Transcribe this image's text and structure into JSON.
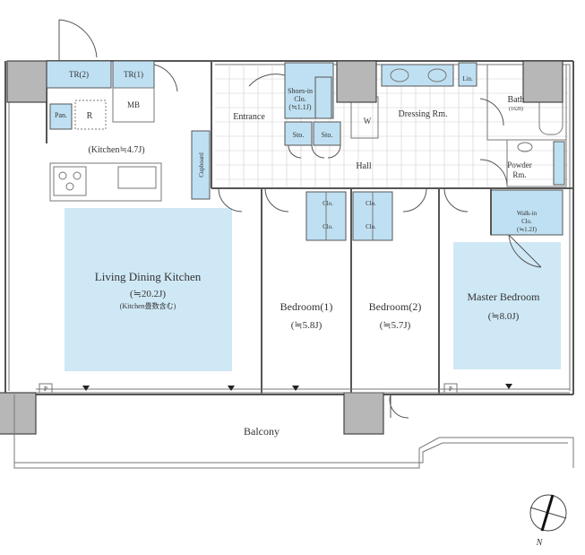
{
  "rooms": {
    "tr2": "TR(2)",
    "tr1": "TR(1)",
    "mb": "MB",
    "pan": "Pan.",
    "r": "R",
    "kitchen": "(Kitchen≒4.7J)",
    "shoes_line1": "Shoes-in",
    "shoes_line2": "Clo.",
    "shoes_line3": "(≒1.1J)",
    "entrance": "Entrance",
    "sto1": "Sto.",
    "sto2": "Sto.",
    "w": "W",
    "dressing": "Dressing Rm.",
    "lin": "Lin.",
    "bath": "Bath",
    "bath_size": "(1620)",
    "cupboard": "Cupboard",
    "hall": "Hall",
    "powder_line1": "Powder",
    "powder_line2": "Rm.",
    "clo1": "Clo.",
    "clo2": "Clo.",
    "clo3": "Clo.",
    "clo4": "Clo.",
    "walkin_line1": "Walk-in",
    "walkin_line2": "Clo.",
    "walkin_line3": "(≒1.2J)",
    "ldk": "Living Dining Kitchen",
    "ldk_size": "(≒20.2J)",
    "ldk_note": "(Kitchen畳数含む)",
    "bedroom1": "Bedroom(1)",
    "bedroom1_size": "(≒5.8J)",
    "bedroom2": "Bedroom(2)",
    "bedroom2_size": "(≒5.7J)",
    "master": "Master Bedroom",
    "master_size": "(≒8.0J)",
    "p1": "P",
    "p2": "P",
    "balcony": "Balcony"
  },
  "compass": {
    "north": "N"
  },
  "colors": {
    "room_highlight": "#cfe8f5",
    "fixture_blue": "#bfe0f2",
    "column_gray": "#b7b7b7",
    "wall": "#555555"
  }
}
